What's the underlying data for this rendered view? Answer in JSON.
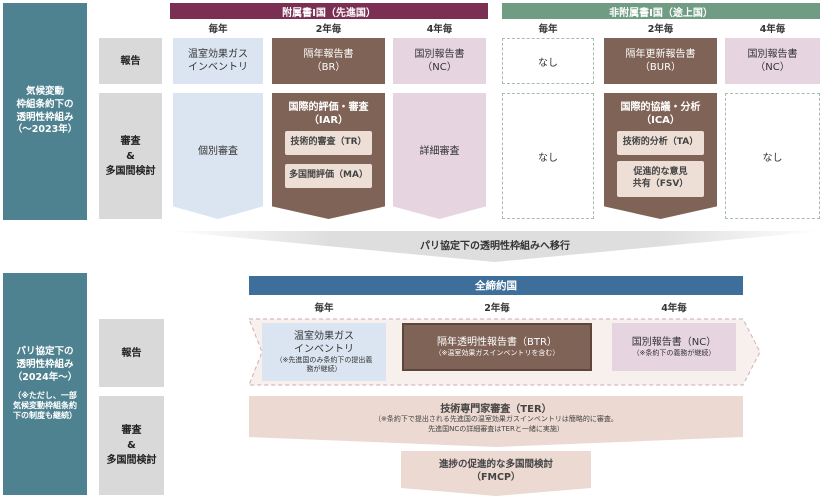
{
  "top": {
    "side_lines": [
      "気候変動",
      "枠組条約下の",
      "透明性枠組み",
      "（〜2023年）"
    ],
    "developed_header": "附属書I国（先進国）",
    "developing_header": "非附属書I国（途上国）",
    "freq": {
      "annual": "毎年",
      "biennial": "2年毎",
      "quadrennial": "4年毎"
    },
    "row_report_label": "報告",
    "row_review_label_lines": [
      "審査",
      "&",
      "多国間検討"
    ],
    "dev_report": {
      "annual_lines": [
        "温室効果ガス",
        "インベントリ"
      ],
      "biennial_lines": [
        "隔年報告書",
        "（BR）"
      ],
      "quadrennial_lines": [
        "国別報告書",
        "（NC）"
      ]
    },
    "dev_review": {
      "annual": "個別審査",
      "biennial_lines": [
        "国際的評価・審査",
        "（IAR）"
      ],
      "biennial_sub1": "技術的審査（TR）",
      "biennial_sub2": "多国間評価（MA）",
      "quadrennial": "詳細審査"
    },
    "dvg_report": {
      "annual": "なし",
      "biennial_lines": [
        "隔年更新報告書",
        "（BUR）"
      ],
      "quadrennial_lines": [
        "国別報告書",
        "（NC）"
      ]
    },
    "dvg_review": {
      "annual": "なし",
      "biennial_lines": [
        "国際的協議・分析",
        "（ICA）"
      ],
      "biennial_sub1": "技術的分析（TA）",
      "biennial_sub2_lines": [
        "促進的な意見",
        "共有（FSV）"
      ],
      "quadrennial": "なし"
    }
  },
  "transition_label": "パリ協定下の透明性枠組みへ移行",
  "bottom": {
    "side_lines": [
      "パリ協定下の",
      "透明性枠組み",
      "（2024年〜）"
    ],
    "side_note_lines": [
      "（※ただし、一部",
      "気候変動枠組条約",
      "下の制度も継続）"
    ],
    "all_parties_header": "全締約国",
    "freq": {
      "annual": "毎年",
      "biennial": "2年毎",
      "quadrennial": "4年毎"
    },
    "row_report_label": "報告",
    "row_review_label_lines": [
      "審査",
      "&",
      "多国間検討"
    ],
    "report": {
      "annual_lines": [
        "温室効果ガス",
        "インベントリ"
      ],
      "annual_note_lines": [
        "（※先進国のみ条約下の提出義",
        "務が継続）"
      ],
      "biennial": "隔年透明性報告書（BTR）",
      "biennial_note": "（※温室効果ガスインベントリを含む）",
      "quadrennial": "国別報告書（NC）",
      "quadrennial_note": "（※条約下の義務が継続）"
    },
    "ter_title": "技術専門家審査（TER）",
    "ter_note_lines": [
      "（※条約下で提出される先進国の温室効果ガスインベントリは簡略的に審査。",
      "先進国NCの詳細審査はTERと一緒に実施）"
    ],
    "fmcp_lines": [
      "進捗の促進的な多国間検討",
      "（FMCP）"
    ]
  }
}
